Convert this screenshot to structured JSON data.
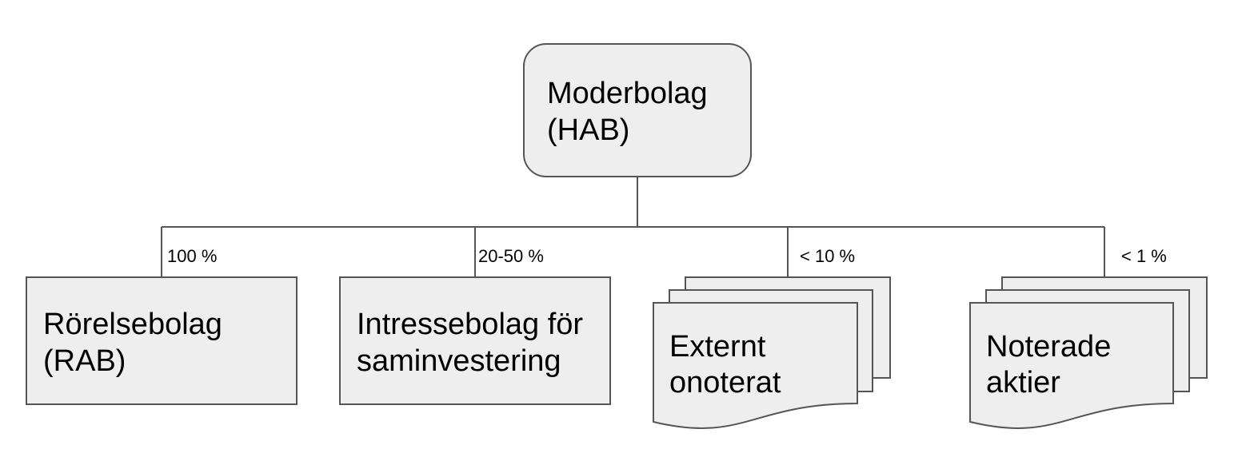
{
  "colors": {
    "node_fill": "#eeeeee",
    "node_stroke": "#555555",
    "text": "#000000"
  },
  "parent": {
    "line1": "Moderbolag",
    "line2": "(HAB)"
  },
  "children": [
    {
      "line1": "Rörelsebolag",
      "line2": "(RAB)",
      "ownership": "100 %",
      "shape": "rectangle"
    },
    {
      "line1": "Intressebolag för",
      "line2": "saminvestering",
      "ownership": "20-50 %",
      "shape": "rectangle"
    },
    {
      "line1": "Externt",
      "line2": "onoterat",
      "ownership": "< 10 %",
      "shape": "multi-document"
    },
    {
      "line1": "Noterade",
      "line2": "aktier",
      "ownership": "< 1 %",
      "shape": "multi-document"
    }
  ]
}
